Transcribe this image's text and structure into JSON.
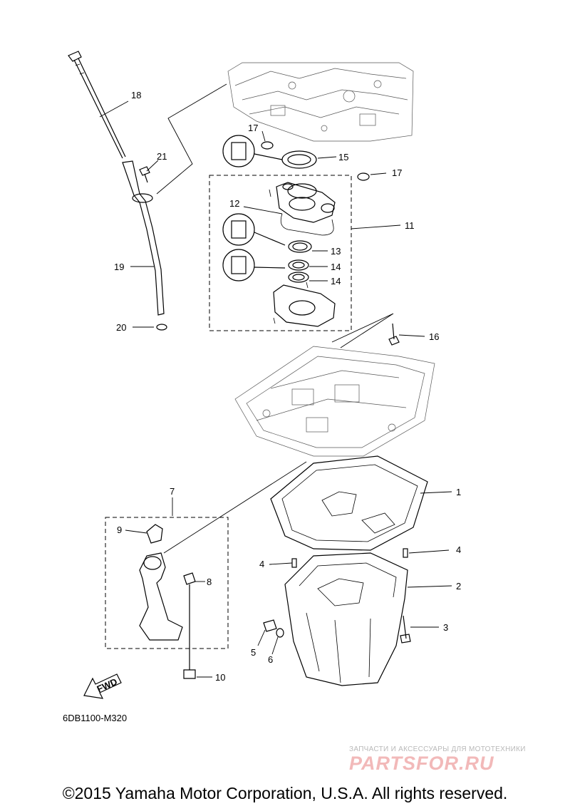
{
  "callouts": {
    "c1": "1",
    "c2": "2",
    "c3": "3",
    "c4a": "4",
    "c4b": "4",
    "c5": "5",
    "c6": "6",
    "c7": "7",
    "c8": "8",
    "c9": "9",
    "c10": "10",
    "c11": "11",
    "c12": "12",
    "c13": "13",
    "c14a": "14",
    "c14b": "14",
    "c15": "15",
    "c16": "16",
    "c17a": "17",
    "c17b": "17",
    "c18": "18",
    "c19": "19",
    "c20": "20",
    "c21": "21"
  },
  "fwd_label": "FWD",
  "drawing_code": "6DB1100-M320",
  "watermark": {
    "caption": "ЗАПЧАСТИ И АКСЕССУАРЫ ДЛЯ МОТОТЕХНИКИ",
    "logo": "PARTSFOR.RU"
  },
  "copyright": "©2015 Yamaha Motor Corporation, U.S.A. All rights reserved."
}
